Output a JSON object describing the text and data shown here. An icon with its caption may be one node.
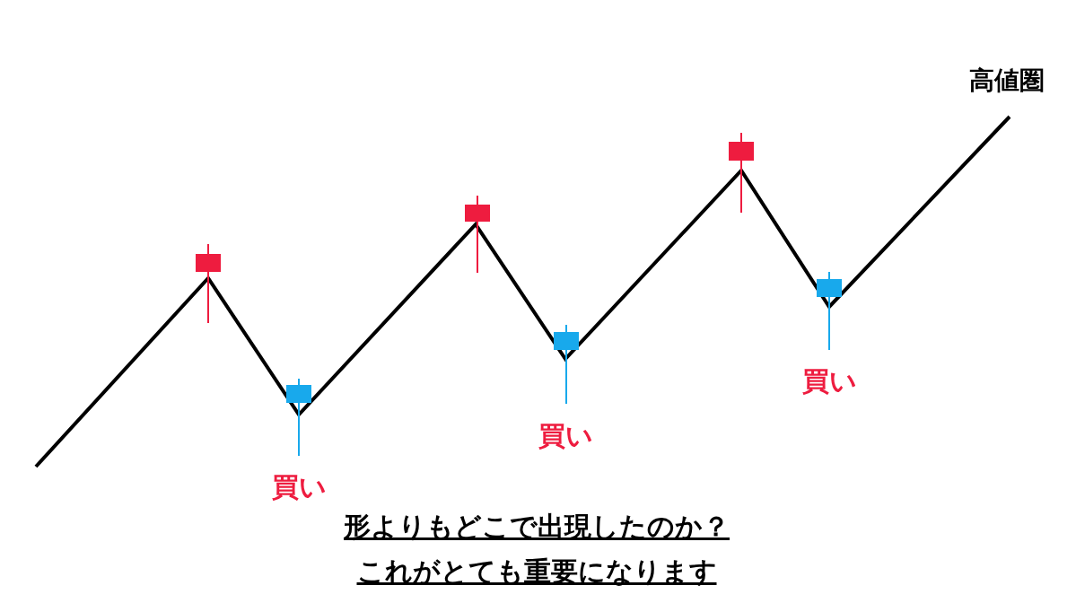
{
  "diagram": {
    "caption": "形よりもどこで出現したのか？これがとても重要になります",
    "labels": [
      "高値圏",
      "買い",
      "買い",
      "買い"
    ]
  }
}
